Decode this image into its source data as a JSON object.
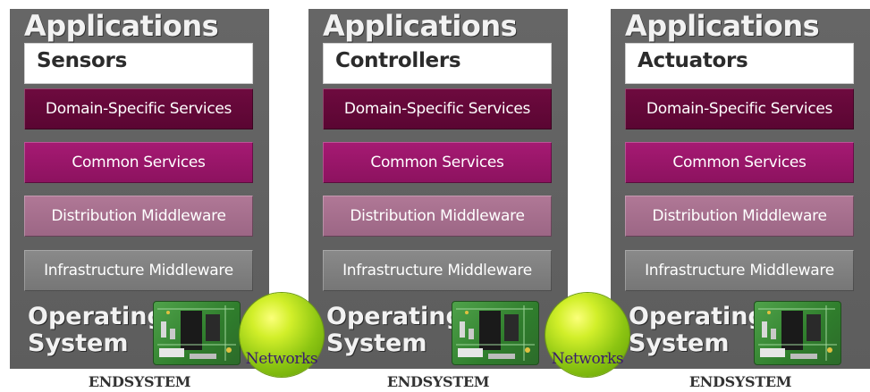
{
  "columns": [
    {
      "heading": "Applications",
      "application": "Sensors",
      "layers": [
        "Domain-Specific Services",
        "Common Services",
        "Distribution Middleware",
        "Infrastructure Middleware"
      ],
      "os_line1": "Operating",
      "os_line2": "System",
      "footer": "ENDSYSTEM"
    },
    {
      "heading": "Applications",
      "application": "Controllers",
      "layers": [
        "Domain-Specific Services",
        "Common Services",
        "Distribution Middleware",
        "Infrastructure Middleware"
      ],
      "os_line1": "Operating",
      "os_line2": "System",
      "footer": "ENDSYSTEM"
    },
    {
      "heading": "Applications",
      "application": "Actuators",
      "layers": [
        "Domain-Specific Services",
        "Common Services",
        "Distribution Middleware",
        "Infrastructure Middleware"
      ],
      "os_line1": "Operating",
      "os_line2": "System",
      "footer": "ENDSYSTEM"
    }
  ],
  "networks": [
    "Networks",
    "Networks"
  ],
  "colors": {
    "column_bg": "#636363",
    "domain_specific": "#640839",
    "common": "#9a1669",
    "distribution": "#a6708e",
    "infrastructure": "#808080",
    "globe": "#b6e01e"
  },
  "icons": {
    "chip": "circuit-board-icon",
    "globe": "network-globe-icon"
  }
}
